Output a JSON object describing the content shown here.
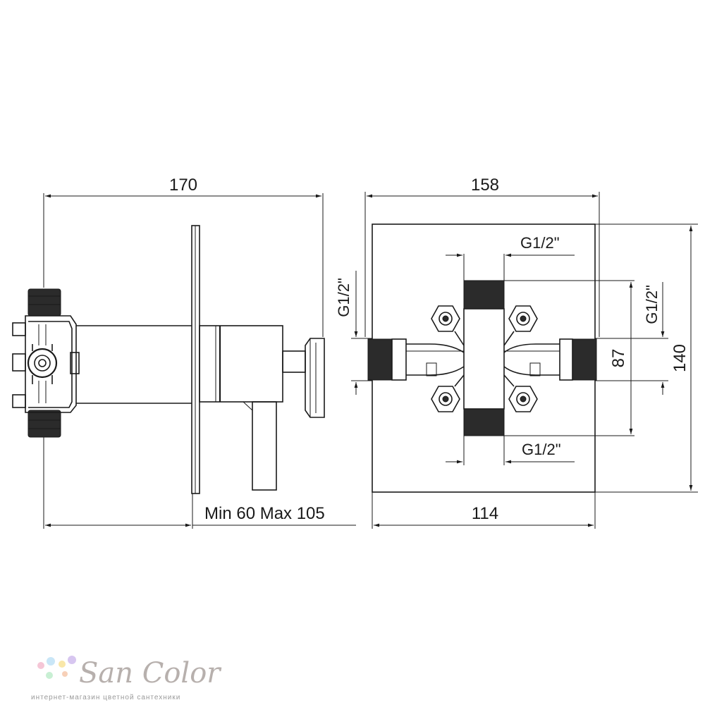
{
  "side_view": {
    "width_label": "170",
    "depth_label": "Min 60 Max 105"
  },
  "front_view": {
    "width_label": "158",
    "bottom_width_label": "114",
    "height_label": "140",
    "inner_height_label": "87",
    "top_thread_label": "G1/2\"",
    "bottom_thread_label": "G1/2\"",
    "left_thread_label": "G1/2\"",
    "right_thread_label": "G1/2\""
  },
  "watermark": {
    "brand": "San Color",
    "tagline": "интернет-магазин цветной сантехники",
    "dot_colors": [
      "#f5c6d6",
      "#c9e6f7",
      "#f9e7a8",
      "#d7c6f0",
      "#c8efd3",
      "#f7d0b8"
    ]
  }
}
